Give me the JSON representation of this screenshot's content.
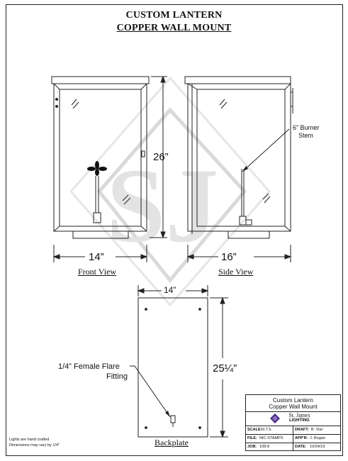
{
  "title": {
    "line1": "CUSTOM LANTERN",
    "line2": "COPPER WALL MOUNT"
  },
  "dimensions": {
    "front_width": "14”",
    "front_height": "26”",
    "side_depth": "16”",
    "backplate_width": "14”",
    "backplate_height": "25¼”"
  },
  "view_labels": {
    "front": "Front View",
    "side": "Side View",
    "backplate": "Backplate"
  },
  "callouts": {
    "burner_line1": "6” Burner",
    "burner_line2": "Stem",
    "flare_line1": "1/4” Female Flare",
    "flare_line2": "Fitting"
  },
  "notes": {
    "line1": "Lights are hand crafted",
    "line2": "Dimensions may vary by 1/4”"
  },
  "title_block": {
    "name_line1": "Custom Lantern",
    "name_line2": "Copper Wall Mount",
    "company": "St. James",
    "company_sub": "LIGHTING",
    "scale_label": "SCALE:",
    "scale_value": "N.T.S.",
    "draft_label": "DRAFT:",
    "draft_value": "B. Vial",
    "file_label": "FILE:",
    "file_value": "NIC-STAMPS",
    "appr_label": "APP'R:",
    "appr_value": "J. Rogan",
    "job_label": "JOB:",
    "job_value": "108-8",
    "date_label": "DATE:",
    "date_value": "10/24/19"
  },
  "watermark": "SJ",
  "colors": {
    "line": "#222222",
    "watermark": "#d6d6d6",
    "logo": "#4b2e83"
  }
}
